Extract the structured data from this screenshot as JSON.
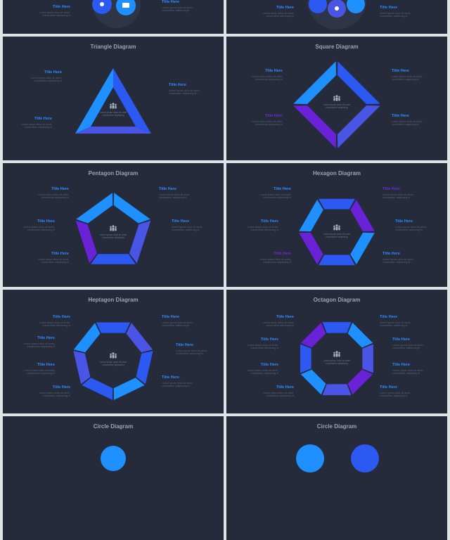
{
  "colors": {
    "bg": "#252b3b",
    "cyan": "#1e90ff",
    "blue": "#2b59f2",
    "indigo": "#4a55e6",
    "purple": "#6a22d6",
    "title_blue": "#2e8cff",
    "title_purple": "#6b2ad9"
  },
  "icon": "people-group-icon",
  "label_title": "Title Here",
  "label_desc": "Lorem ipsum dolor sit amet, consectetur adipiscing el",
  "center_text": "Lorem ipsum dolor sit amet consectetur adipiscing",
  "slides": [
    {
      "title": "",
      "shape": "top-left-partial"
    },
    {
      "title": "",
      "shape": "top-right-partial"
    },
    {
      "title": "Triangle Diagram",
      "shape": "triangle"
    },
    {
      "title": "Square Diagram",
      "shape": "square"
    },
    {
      "title": "Pentagon Diagram",
      "shape": "pentagon"
    },
    {
      "title": "Hexagon Diagram",
      "shape": "hexagon"
    },
    {
      "title": "Heptagon Diagram",
      "shape": "heptagon"
    },
    {
      "title": "Octagon Diagram",
      "shape": "octagon"
    },
    {
      "title": "Circle Diagram",
      "shape": "circle"
    },
    {
      "title": "Circle Diagram",
      "shape": "circle"
    }
  ]
}
